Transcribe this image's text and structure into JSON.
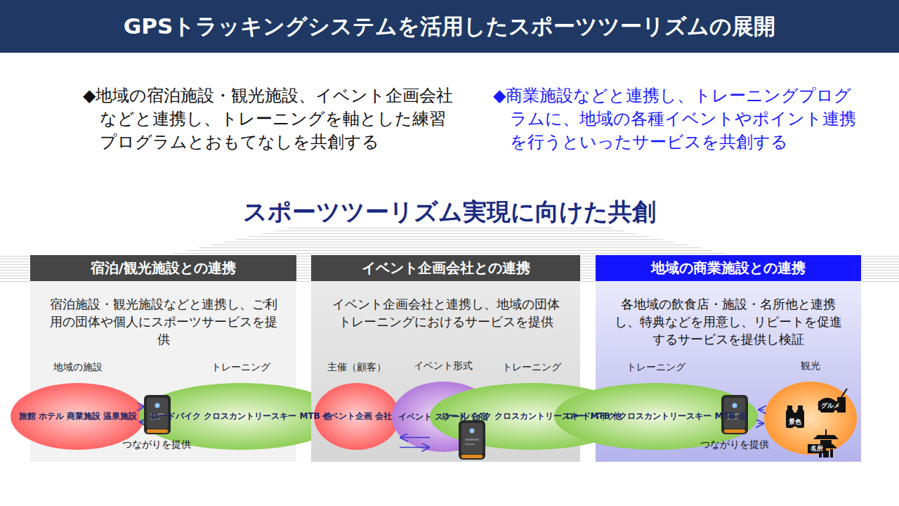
{
  "diagram": {
    "title": "GPSトラッキングシステムを活用したスポーツツーリズムの展開",
    "nodes": [
      {
        "text": [
          "宿泊/観光施設との連携",
          "宿泊施設・観光施設などと連携し、ご利用の団体や個人にスポーツサービスを提供"
        ]
      },
      {
        "text": [
          "地域の施設",
          "旅館 ホテル 商業施設 温泉施設"
        ],
        "in": 0
      },
      {
        "text": [
          "トレーニング",
          "ロードバイク クロスカントリースキー MTB 他"
        ],
        "in": 0
      },
      {
        "text": [
          "イベント企画会社との連携",
          "イベント企画会社と連携し、地域の団体トレーニングにおけるサービスを提供"
        ]
      },
      {
        "text": [
          "主催（顧客）",
          "イベント企画 会社"
        ],
        "in": 3
      },
      {
        "text": [
          "イベント形式",
          "イベント スクール 合宿"
        ],
        "in": 3
      },
      {
        "text": [
          "トレーニング",
          "ロードバイク クロスカントリースキー MTB 他"
        ],
        "in": 3
      },
      {
        "text": [
          "地域の商業施設との連携",
          "各地域の飲食店・施設・名所他と連携し、特典などを用意し、リピートを促進するサービスを提供し検証"
        ]
      },
      {
        "text": [
          "トレーニング",
          "ロードバイク クロスカントリースキー MTB 他"
        ],
        "in": 7
      },
      {
        "text": [
          "観光"
        ],
        "in": 7
      }
    ],
    "edges": [
      {
        "from": 2,
        "to": 1,
        "arrow": "to"
      },
      {
        "from": 1,
        "to": 2,
        "arrow": "to"
      },
      {
        "from": 6,
        "to": 4,
        "arrow": "to"
      },
      {
        "from": 4,
        "to": 6,
        "arrow": "to"
      },
      {
        "from": 9,
        "to": 8,
        "arrow": "to"
      },
      {
        "from": 8,
        "to": 9,
        "arrow": "to"
      }
    ],
    "labels": [
      "◆地域の宿泊施設・観光施設、イベント企画会社などと連携し、トレーニングを軸とした練習プログラムとおもてなしを共創する",
      "◆商業施設などと連携し、トレーニングプログラムに、地域の各種イベントやポイント連携を行うといったサービスを共創する",
      "スポーツツーリズム実現に向けた共創",
      "つながりを提供",
      "つながりを提供",
      "景色",
      "グルメ",
      "名所"
    ]
  }
}
